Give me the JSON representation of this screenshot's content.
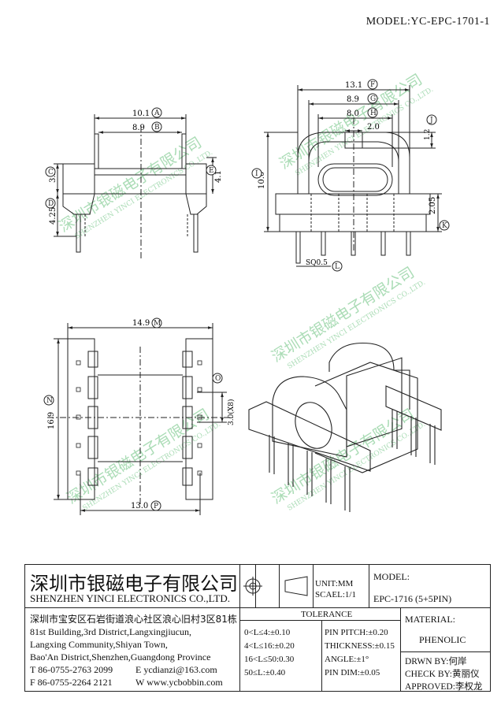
{
  "model_header": "MODEL:YC-EPC-1701-1",
  "watermark": {
    "cn": "深圳市银磁电子有限公司",
    "en": "SHENZHEN YINCI ELECTRONICS CO.,LTD."
  },
  "dims": {
    "A": "10.1",
    "B": "8.9",
    "C": "3.2",
    "D": "4.25",
    "E": "4.1",
    "F": "13.1",
    "G": "8.9",
    "H": "8.0",
    "I": "10.0",
    "J": "1.2",
    "K": "2.05",
    "L": "SQ0.5",
    "two": "2.0",
    "M": "14.9",
    "N": "16.9",
    "O": "3.0(X8)",
    "P": "13.0"
  },
  "letters": [
    "A",
    "B",
    "C",
    "D",
    "E",
    "F",
    "G",
    "H",
    "I",
    "J",
    "K",
    "L",
    "M",
    "N",
    "O",
    "P"
  ],
  "title_block": {
    "company_cn": "深圳市银磁电子有限公司",
    "company_en": "SHENZHEN YINCI ELECTRONICS CO.,LTD.",
    "address_cn": "深圳市宝安区石岩街道浪心社区浪心旧村3区81栋",
    "address_en1": "81st Building,3rd District,Langxingjiucun,",
    "address_en2": "Langxing Community,Shiyan Town,",
    "address_en3": "Bao'An District,Shenzhen,Guangdong Province",
    "tel": "T 86-0755-2763 2099",
    "email": "E ycdianzi@163.com",
    "fax": "F 86-0755-2264 2121",
    "web": "W www.ycbobbin.com",
    "unit": "UNIT:MM",
    "scale": "SCAEL:1/1",
    "model_label": "MODEL:",
    "model_value": "EPC-1716 (5+5PIN)",
    "tolerance_label": "TOLERANCE",
    "tol1": "0<L≤4:±0.10",
    "tol2": "4<L≤16:±0.20",
    "tol3": "16<L≤50:0.30",
    "tol4": "50≤L:±0.40",
    "pin_pitch": "PIN PITCH:±0.20",
    "thickness": "THICKNESS:±0.15",
    "angle": "ANGLE:±1°",
    "pin_dim": "PIN DIM:±0.05",
    "material_label": "MATERIAL:",
    "material_value": "PHENOLIC",
    "drawn": "DRWN BY:何岸",
    "checked": "CHECK BY:黄丽仪",
    "approved": "APPROVED:李权龙"
  }
}
